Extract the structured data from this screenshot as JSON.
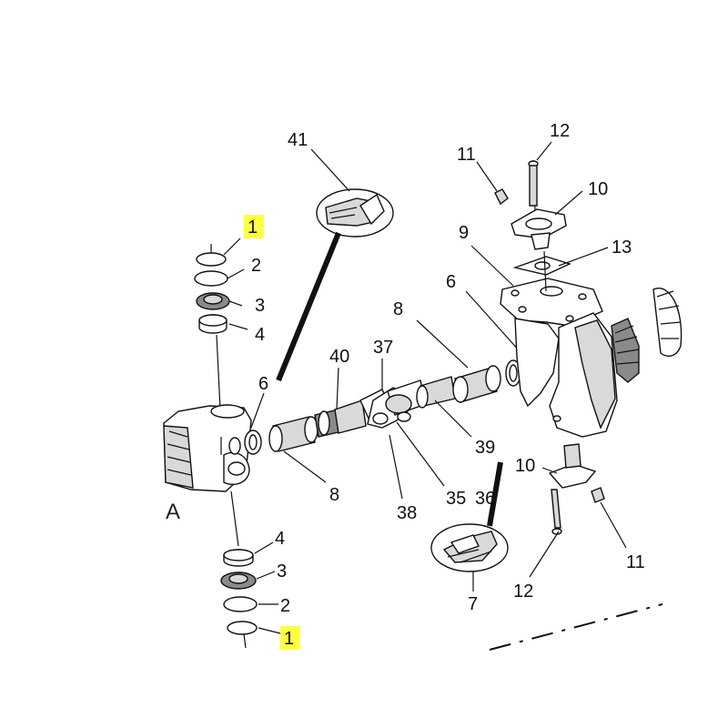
{
  "diagram": {
    "view_label": "A",
    "highlight_color": "#ffff44",
    "callouts": {
      "c1_top": "1",
      "c2_top": "2",
      "c3_top": "3",
      "c4_top": "4",
      "c6_left": "6",
      "c8_left": "8",
      "c40": "40",
      "c37": "37",
      "c41": "41",
      "c8_right": "8",
      "c6_right": "6",
      "c9": "9",
      "c11_top": "11",
      "c12_top": "12",
      "c10_top": "10",
      "c13": "13",
      "c39": "39",
      "c10_bottom": "10",
      "c35": "35",
      "c36": "36",
      "c38": "38",
      "c4_bottom": "4",
      "c3_bottom": "3",
      "c2_bottom": "2",
      "c1_bottom": "1",
      "c7": "7",
      "c12_bottom": "12",
      "c11_bottom": "11"
    }
  }
}
